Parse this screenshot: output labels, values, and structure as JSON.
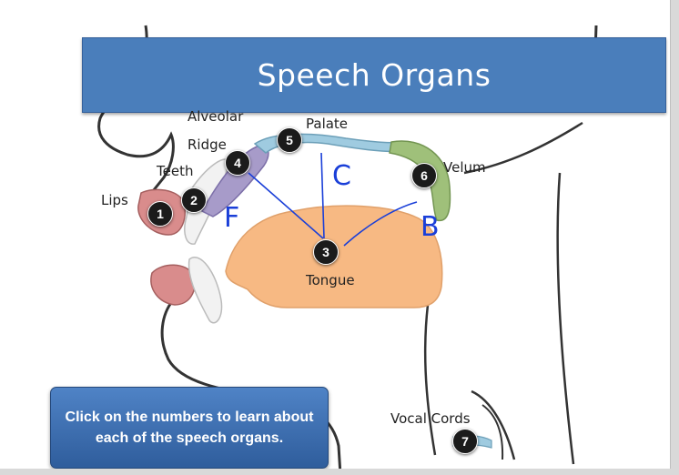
{
  "title": "Speech Organs",
  "hint": "Click on the numbers to learn about each of the speech organs.",
  "labels": {
    "lips": "Lips",
    "teeth": "Teeth",
    "alveolar": "Alveolar",
    "ridge": "Ridge",
    "palate": "Palate",
    "velum": "Velum",
    "tongue": "Tongue",
    "vocal_cords": "Vocal Cords"
  },
  "badges": [
    "1",
    "2",
    "3",
    "4",
    "5",
    "6",
    "7"
  ],
  "annotations": [
    "F",
    "C",
    "B"
  ],
  "colors": {
    "banner": "#4a7ebb",
    "lips": "#d98c8c",
    "tongue": "#f7b983",
    "alveolar": "#a79bc9",
    "palate": "#9fcbe0",
    "velum": "#9fc07a",
    "ink": "#1a3fd8"
  }
}
